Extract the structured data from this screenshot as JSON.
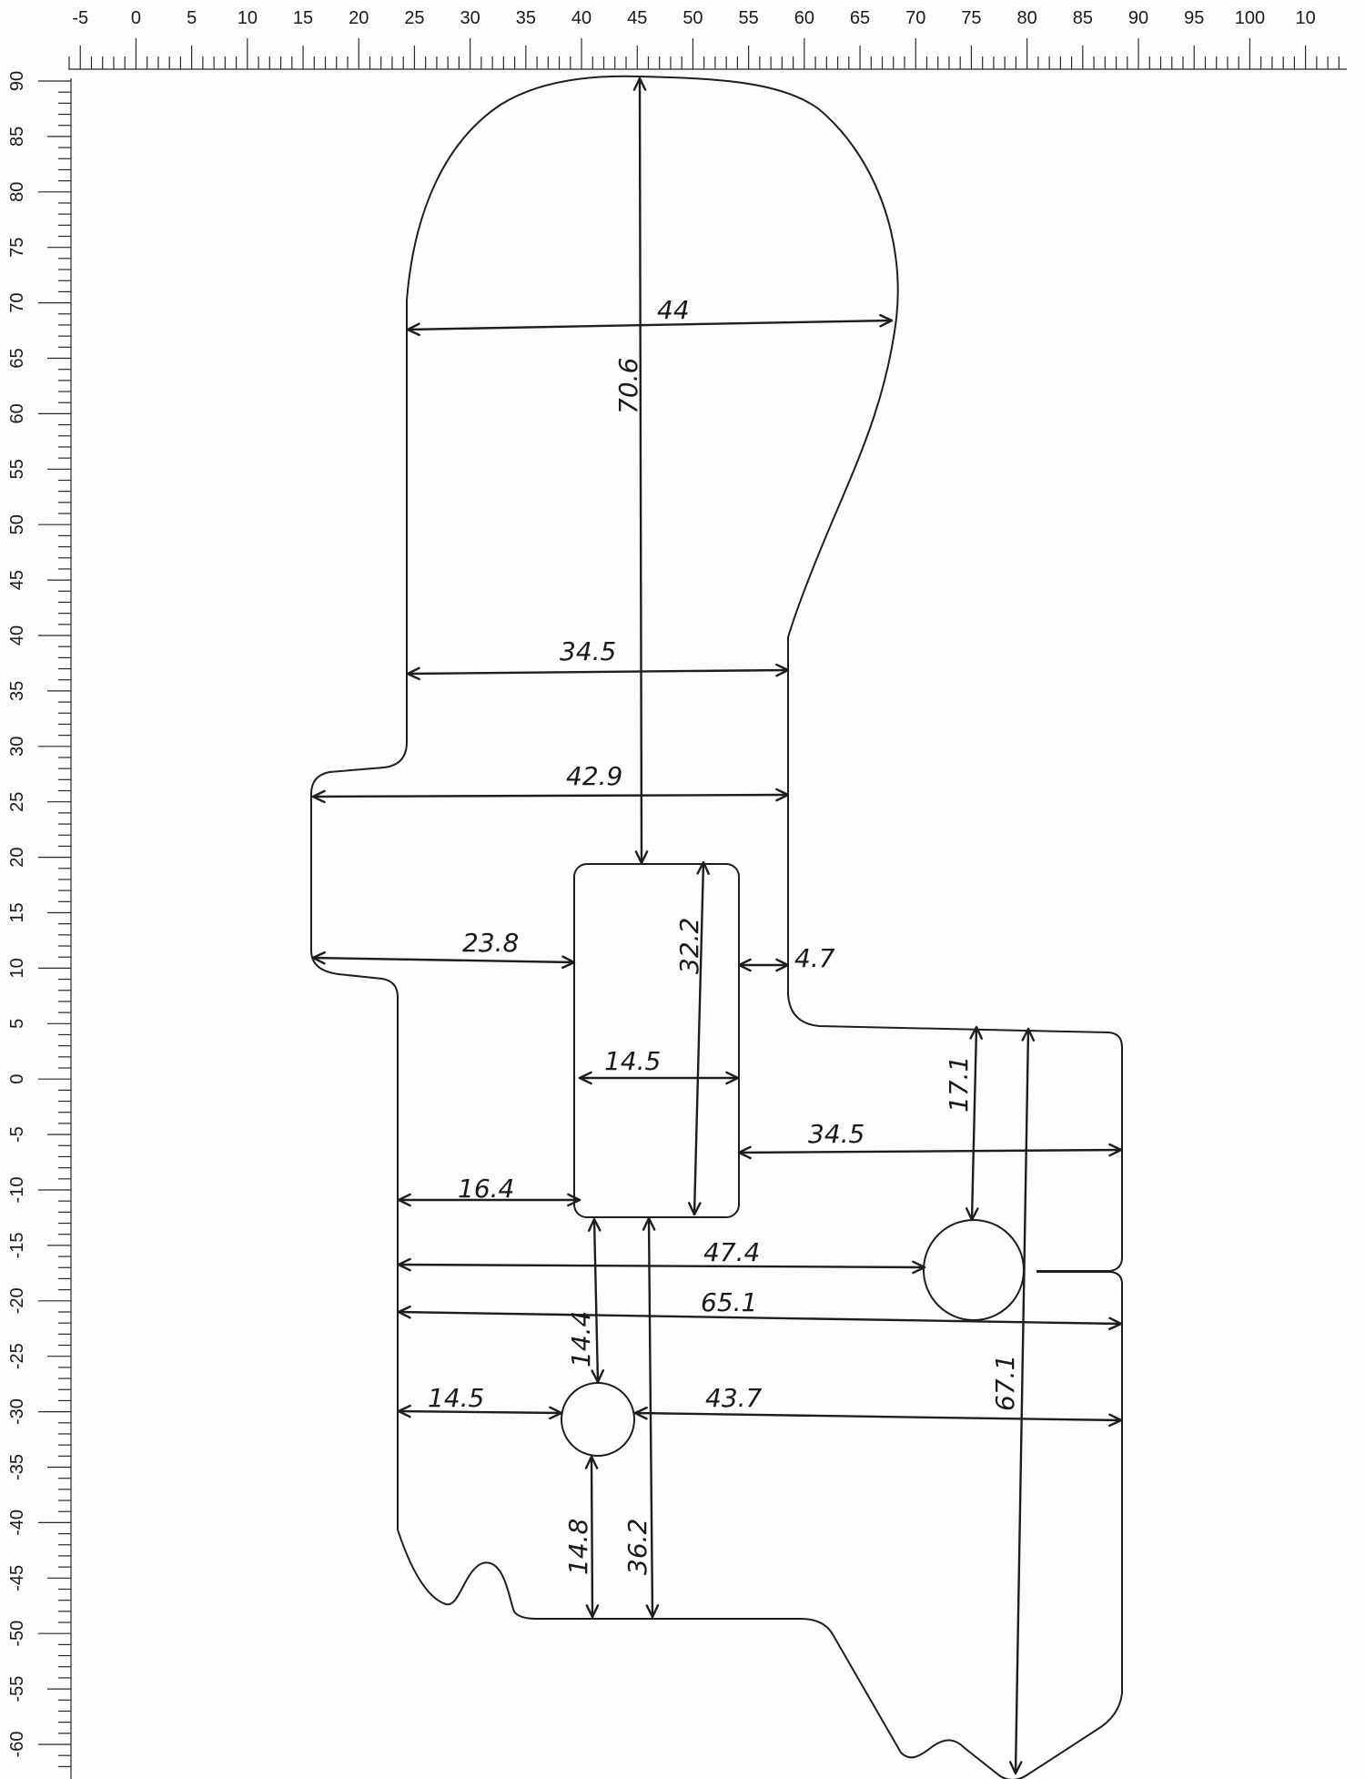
{
  "rulers": {
    "top_labels": [
      "-5",
      "0",
      "5",
      "10",
      "15",
      "20",
      "25",
      "30",
      "35",
      "40",
      "45",
      "50",
      "55",
      "60",
      "65",
      "70",
      "75",
      "80",
      "85",
      "90",
      "95",
      "100",
      "10"
    ],
    "left_labels": [
      "90",
      "85",
      "80",
      "75",
      "70",
      "65",
      "60",
      "55",
      "50",
      "45",
      "40",
      "35",
      "30",
      "25",
      "20",
      "15",
      "10",
      "5",
      "0",
      "-5",
      "-10",
      "-15",
      "-20",
      "-25",
      "-30",
      "-35",
      "-40",
      "-45",
      "-50",
      "-55",
      "-60"
    ]
  },
  "dimensions": {
    "head_width": "44",
    "total_height": "70.6",
    "neck_width": "34.5",
    "shoulder_width": "42.9",
    "left_to_slot": "23.8",
    "slot_height": "32.2",
    "slot_to_edge": "4.7",
    "slot_width": "14.5",
    "slot_to_right": "34.5",
    "left_to_slot_low": "16.4",
    "to_right_hole": "47.4",
    "body_width": "65.1",
    "slot_to_hole": "14.4",
    "left_to_hole": "14.5",
    "hole_to_right": "43.7",
    "top_to_right_hole": "17.1",
    "right_height": "67.1",
    "hole_to_bottom": "14.8",
    "slot_to_bottom": "36.2"
  }
}
